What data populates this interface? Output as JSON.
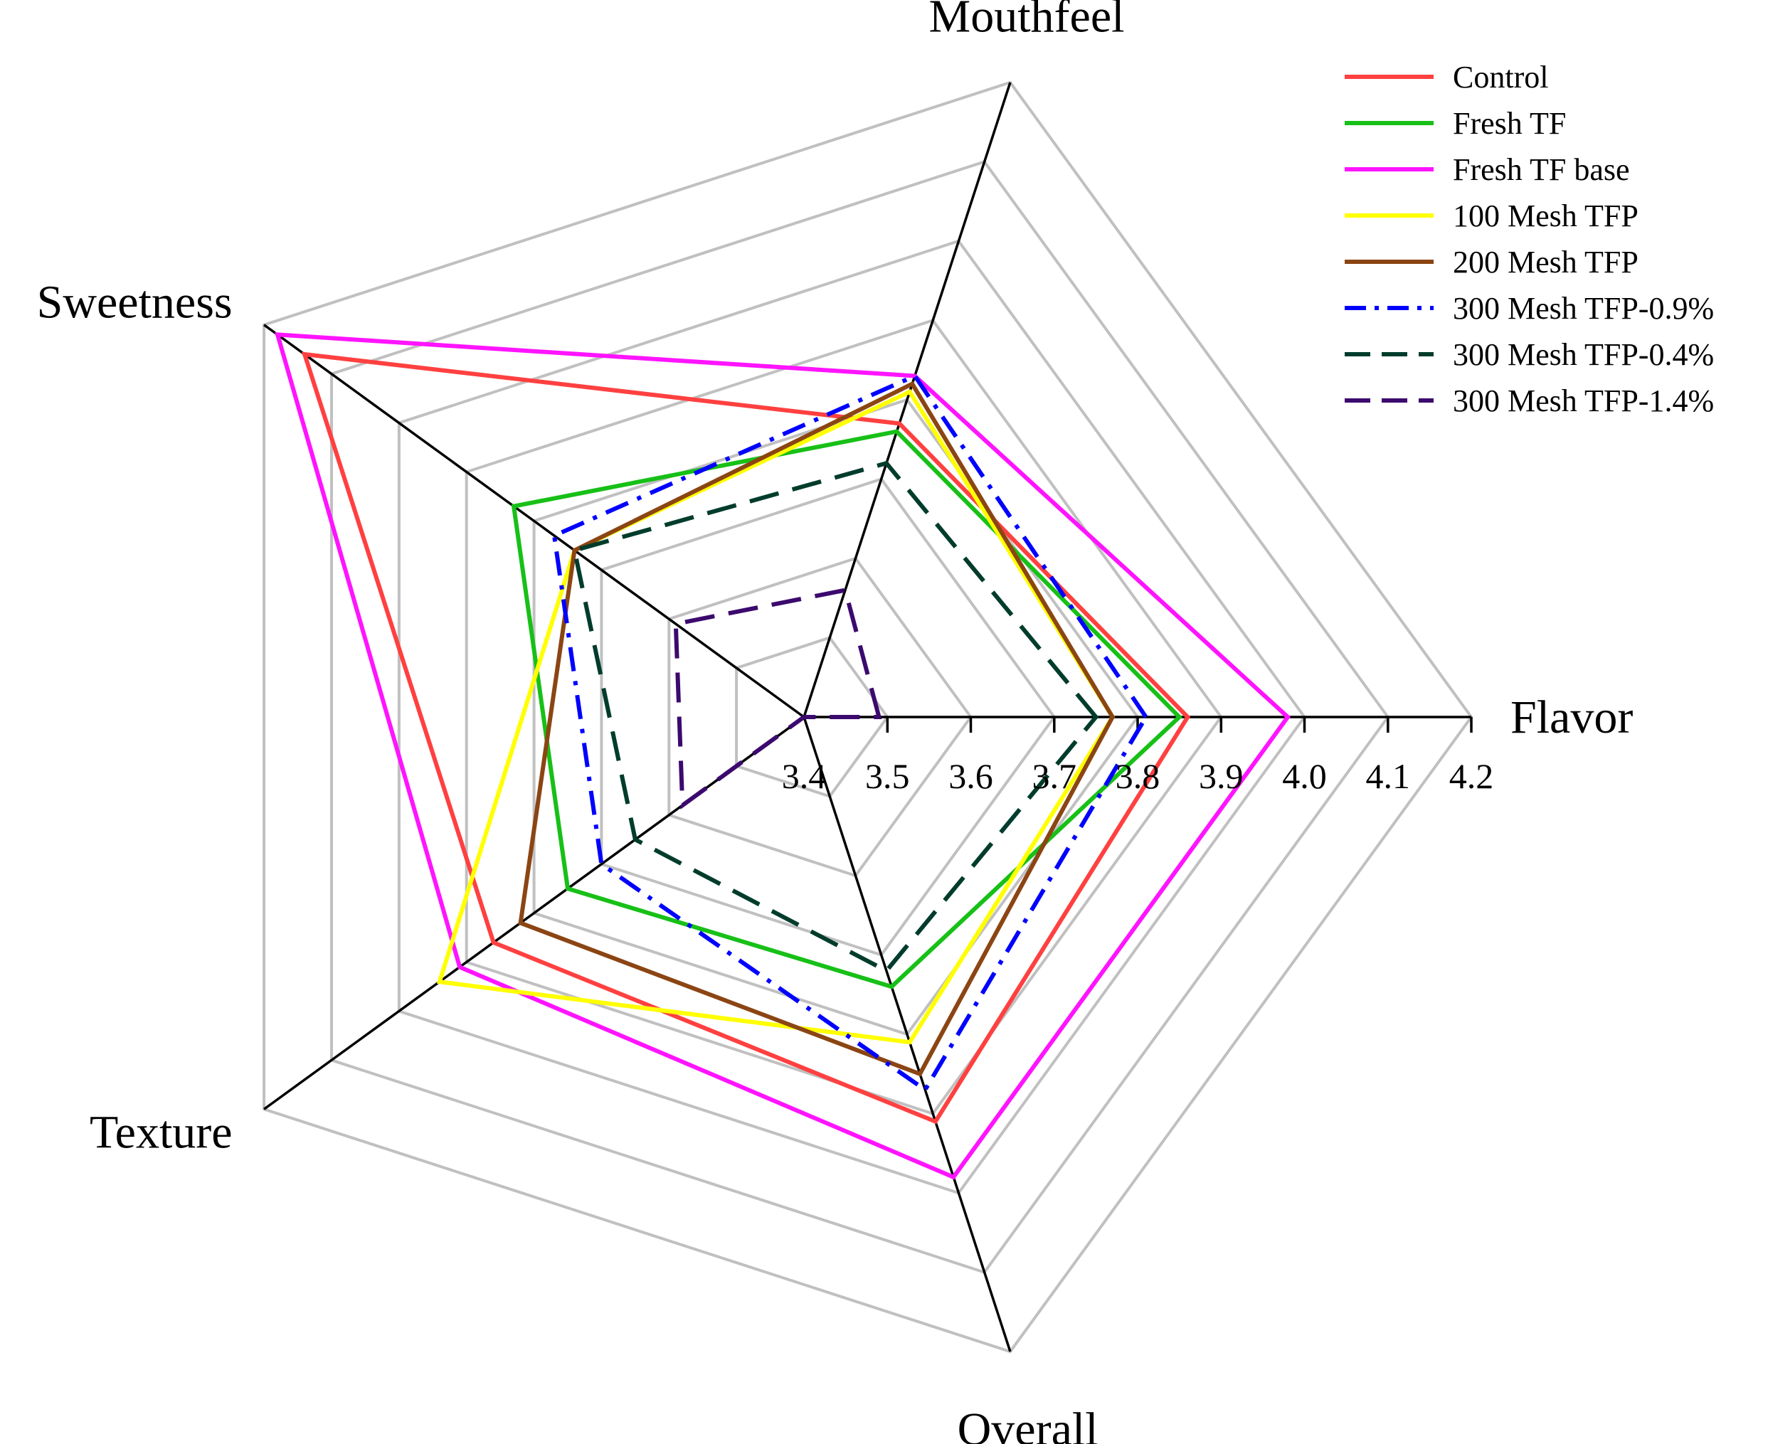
{
  "chart_data": {
    "type": "radar",
    "axes": [
      "Flavor",
      "Mouthfeel",
      "Sweetness",
      "Texture",
      "Overall"
    ],
    "range": [
      3.4,
      4.2
    ],
    "ticks": [
      "3.4",
      "3.5",
      "3.6",
      "3.7",
      "3.8",
      "3.9",
      "4.0",
      "4.1",
      "4.2"
    ],
    "grid": true,
    "legend_position": "top-right",
    "series": [
      {
        "name": "Control",
        "values": [
          3.86,
          3.77,
          4.14,
          3.86,
          3.91
        ],
        "color": "#ff4040",
        "dash": "solid"
      },
      {
        "name": "Fresh TF",
        "values": [
          3.85,
          3.76,
          3.83,
          3.75,
          3.74
        ],
        "color": "#17c017",
        "dash": "solid"
      },
      {
        "name": "Fresh TF base",
        "values": [
          3.98,
          3.83,
          4.18,
          3.91,
          3.98
        ],
        "color": "#ff14ff",
        "dash": "solid"
      },
      {
        "name": "100 Mesh TFP",
        "values": [
          3.77,
          3.81,
          3.74,
          3.94,
          3.81
        ],
        "color": "#ffff00",
        "dash": "solid"
      },
      {
        "name": "200 Mesh TFP",
        "values": [
          3.77,
          3.82,
          3.74,
          3.82,
          3.85
        ],
        "color": "#8b4513",
        "dash": "solid"
      },
      {
        "name": "300 Mesh TFP-0.9%",
        "values": [
          3.81,
          3.83,
          3.77,
          3.7,
          3.87
        ],
        "color": "#0000ff",
        "dash": "dashdot"
      },
      {
        "name": "300 Mesh TFP-0.4%",
        "values": [
          3.75,
          3.72,
          3.74,
          3.65,
          3.72
        ],
        "color": "#003c2c",
        "dash": "dashed"
      },
      {
        "name": "300 Mesh TFP-1.4%",
        "values": [
          3.49,
          3.56,
          3.59,
          3.58,
          3.4
        ],
        "color": "#3c0a6e",
        "dash": "dashed"
      }
    ]
  }
}
